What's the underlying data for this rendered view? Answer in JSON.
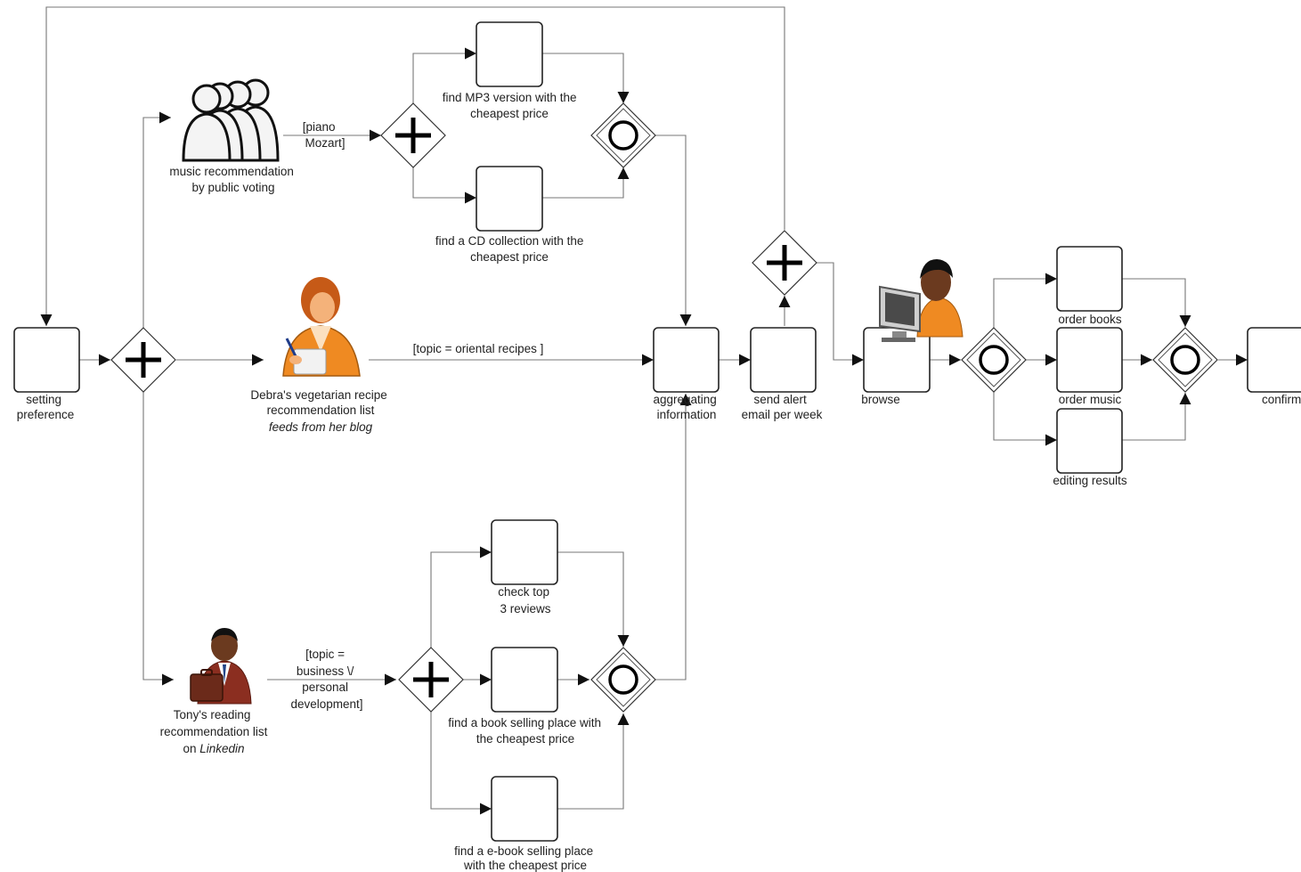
{
  "tasks": {
    "setting_preference": [
      "setting",
      "preference"
    ],
    "find_mp3": [
      "find MP3 version with  the",
      "cheapest price"
    ],
    "find_cd": [
      "find a CD collection with  the",
      "cheapest price"
    ],
    "aggregating": [
      "aggregating",
      "information"
    ],
    "send_alert": [
      "send alert",
      "email per week"
    ],
    "browse": [
      "browse"
    ],
    "order_books": [
      "order books"
    ],
    "order_music": [
      "order music"
    ],
    "editing_results": [
      "editing results"
    ],
    "confirm": [
      "confirm"
    ],
    "check_top": [
      "check top",
      "3 reviews"
    ],
    "find_book": [
      "find a book selling place with",
      "the cheapest price"
    ],
    "find_ebook": [
      "find a e-book selling place",
      "with  the cheapest price"
    ]
  },
  "actors": {
    "music": [
      "music recommendation",
      "by public voting"
    ],
    "debra": [
      "Debra's vegetarian recipe",
      "recommendation list"
    ],
    "debra_italic": "feeds from her blog",
    "tony": [
      "Tony's reading",
      "recommendation list"
    ],
    "tony_on": "on ",
    "tony_italic": "Linkedin"
  },
  "conditions": {
    "music": [
      "[piano",
      "Mozart]"
    ],
    "recipe": "[topic = oriental recipes ]",
    "reading": [
      "[topic =",
      "business \\/",
      "personal",
      "development]"
    ]
  },
  "colors": {
    "stroke": "#222222",
    "edge": "#777777",
    "orange": "#ef8a22",
    "skin": "#6b3a1f",
    "suit": "#8b2e20"
  }
}
